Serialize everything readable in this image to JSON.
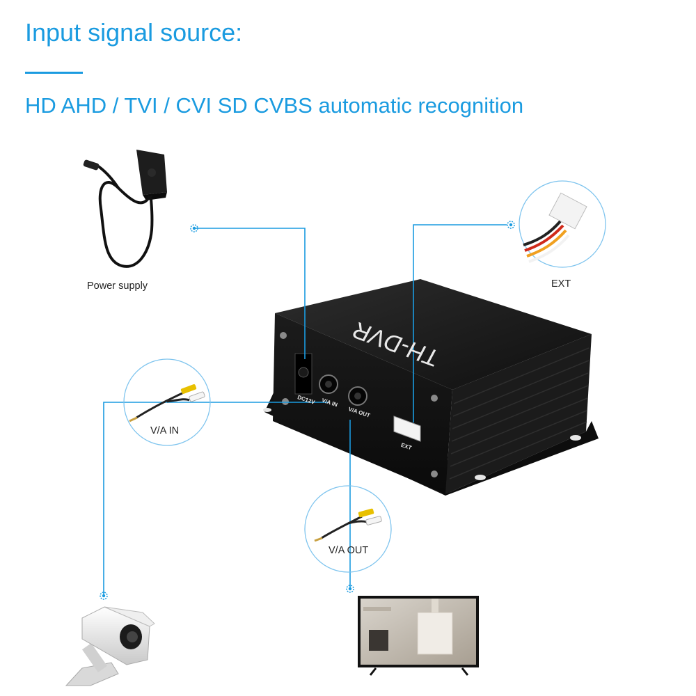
{
  "header": {
    "title": "Input signal source:",
    "subtitle": "HD AHD / TVI / CVI SD CVBS automatic recognition"
  },
  "device": {
    "brand": "TH-DVR",
    "port_labels": {
      "dc": "DC12V",
      "va_in": "V/A IN",
      "va_out": "V/A OUT",
      "ext": "EXT"
    }
  },
  "captions": {
    "power_supply": "Power supply",
    "ext": "EXT",
    "va_in": "V/A IN",
    "va_out": "V/A OUT"
  },
  "colors": {
    "accent": "#1a9be0",
    "device_body": "#141414",
    "caption_text": "#222222"
  }
}
